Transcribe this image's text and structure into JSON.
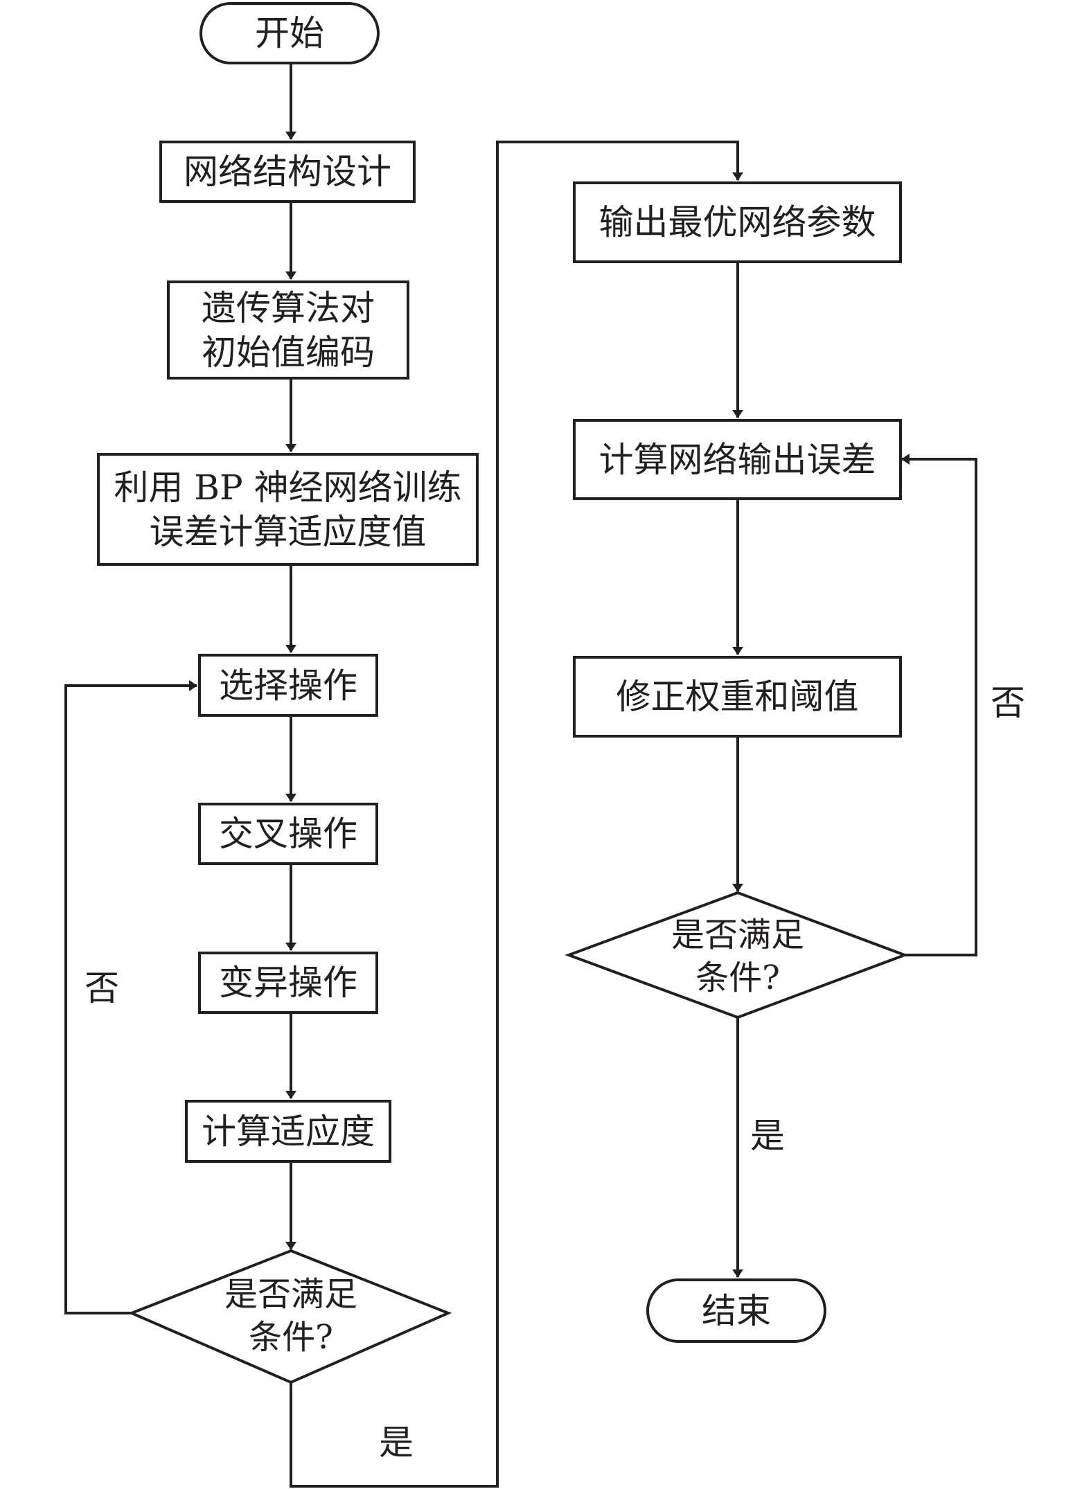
{
  "nodes": {
    "start": "开始",
    "net_design": "网络结构设计",
    "ga_encode_1": "遗传算法对",
    "ga_encode_2": "初始值编码",
    "bp_fitness_1": "利用 BP 神经网络训练",
    "bp_fitness_2": "误差计算适应度值",
    "select": "选择操作",
    "crossover": "交叉操作",
    "mutation": "变异操作",
    "calc_fitness": "计算适应度",
    "decision1_1": "是否满足",
    "decision1_2": "条件?",
    "output_params": "输出最优网络参数",
    "calc_error": "计算网络输出误差",
    "adjust_weights": "修正权重和阈值",
    "decision2_1": "是否满足",
    "decision2_2": "条件?",
    "end": "结束"
  },
  "edge_labels": {
    "d1_no": "否",
    "d1_yes": "是",
    "d2_no": "否",
    "d2_yes": "是"
  },
  "colors": {
    "stroke": "#231f20",
    "background": "#ffffff"
  }
}
